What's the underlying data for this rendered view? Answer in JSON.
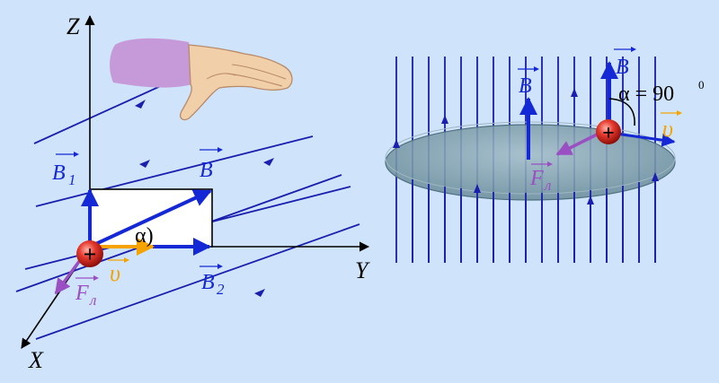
{
  "left_diagram": {
    "axis_labels": {
      "z": "Z",
      "y": "Y",
      "x": "X"
    },
    "vector_labels": {
      "b1": "B",
      "b1_sub": "1",
      "b": "B",
      "b2": "B",
      "b2_sub": "2",
      "v": "υ",
      "f": "F",
      "f_sub": "л"
    },
    "angle_label": "α)",
    "charge_symbol": "+"
  },
  "right_diagram": {
    "vector_labels": {
      "b_field": "B",
      "b_particle": "B",
      "v": "υ",
      "f": "F",
      "f_sub": "л"
    },
    "angle_label": "α = 90",
    "angle_degree": "0",
    "charge_symbol": "+"
  },
  "colors": {
    "background": "#cfe4fb",
    "field_lines": "#1a1fb0",
    "vector_b": "#1528d6",
    "velocity": "#f5a300",
    "force": "#9a4fc2",
    "charge": "#e0241c",
    "disk": "#7fa1b0",
    "hand_sleeve": "#c69ad8",
    "hand_skin": "#f1cfa8"
  }
}
